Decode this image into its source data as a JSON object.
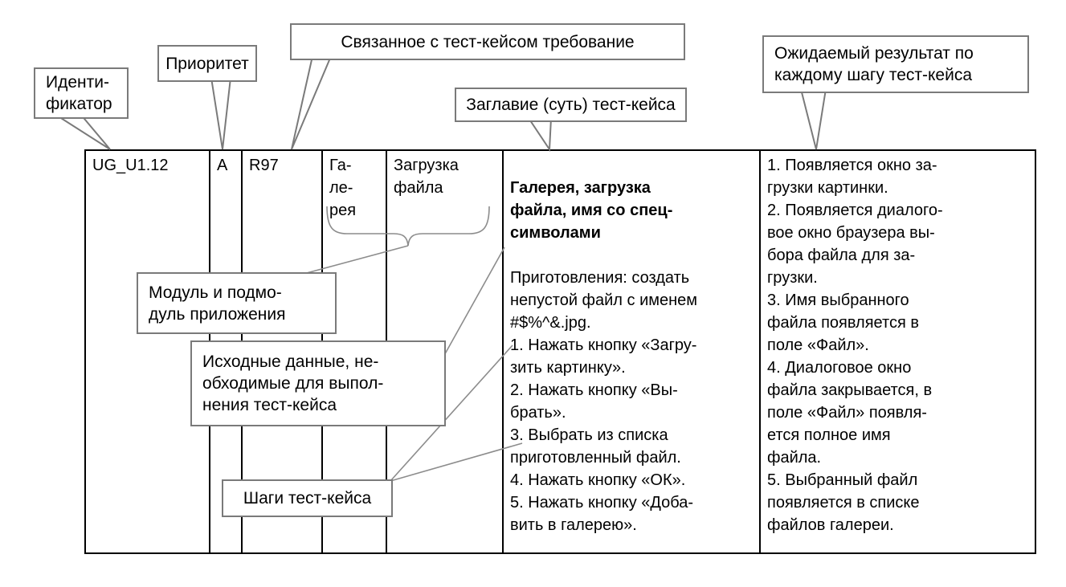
{
  "callouts": {
    "identifier": {
      "text": "Иденти-\nфикатор"
    },
    "priority": {
      "text": "Приоритет"
    },
    "requirement": {
      "text": "Связанное с тест-кейсом требование"
    },
    "case_title": {
      "text": "Заглавие (суть) тест-кейса"
    },
    "expected_result": {
      "text": "Ожидаемый результат по\nкаждому шагу тест-кейса"
    },
    "module": {
      "text": "Модуль и подмо-\nдуль приложения"
    },
    "input_data": {
      "text": "Исходные данные, не-\nобходимые для выпол-\nнения тест-кейса"
    },
    "steps": {
      "text": "Шаги тест-кейса"
    }
  },
  "table": {
    "identifier": "UG_U1.12",
    "priority": "A",
    "requirement": "R97",
    "module": "Га-\nле-\nрея",
    "submodule": "Загрузка\nфайла",
    "case_title": "Галерея, загрузка\nфайла, имя со спец-\nсимволами",
    "case_body": "Приготовления: создать\nнепустой файл с именем\n#$%^&.jpg.\n1. Нажать кнопку «Загру-\nзить картинку».\n2. Нажать кнопку «Вы-\nбрать».\n3. Выбрать из списка\nприготовленный файл.\n4. Нажать кнопку «ОК».\n5. Нажать кнопку «Доба-\nвить в галерею».",
    "expected": "1. Появляется окно за-\nгрузки картинки.\n2. Появляется диалого-\nвое окно браузера вы-\nбора файла для за-\nгрузки.\n3. Имя выбранного\nфайла появляется в\nполе «Файл».\n4. Диалоговое окно\nфайла закрывается, в\nполе «Файл» появля-\nется полное имя\nфайла.\n5. Выбранный файл\nпоявляется в списке\nфайлов галереи."
  },
  "colors": {
    "table_border": "#000000",
    "callout_border": "#7a7a7a",
    "leader_line": "#8c8c8c",
    "text": "#000000",
    "background": "#ffffff"
  }
}
